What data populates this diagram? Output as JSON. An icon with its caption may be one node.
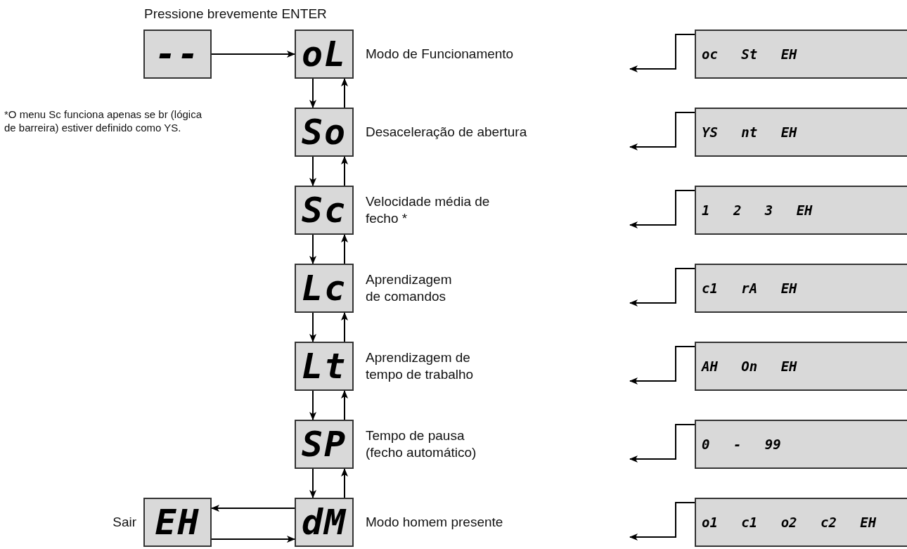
{
  "diagram": {
    "nodes": [
      {
        "text": [
          "--"
        ]
      },
      {
        "text": [
          "oL"
        ],
        "beside": [
          "Modo de Funcionamento"
        ]
      },
      {
        "text": [
          "So"
        ],
        "beside": [
          "Desaceleração de abertura"
        ]
      },
      {
        "text": [
          "Sc"
        ],
        "beside": [
          "Velocidade média de fecho *"
        ]
      },
      {
        "text": [
          "Lc"
        ],
        "beside": [
          "Aprendizagem de comandos"
        ]
      },
      {
        "text": [
          "Lt"
        ],
        "beside": [
          "Aprendizagem de tempo de trabalho"
        ]
      },
      {
        "text": [
          "SP"
        ],
        "beside": [
          "Tempo de pausa (fecho automático)"
        ]
      },
      {
        "text": [
          "dM"
        ],
        "beside": [
          "Modo homem presente"
        ]
      },
      {
        "text": [
          "EH"
        ],
        "beside": [
          "Sair"
        ]
      },
      {
        "text": [
          "oc St EH"
        ]
      },
      {
        "text": [
          "YS nt EH"
        ]
      },
      {
        "text": [
          "1 2 3 EH"
        ]
      },
      {
        "text": [
          "c1 rA EH"
        ]
      },
      {
        "text": [
          "AH On EH"
        ]
      },
      {
        "text": [
          "0 - 99"
        ]
      },
      {
        "text": [
          "o1 c1 o2 c2 EH"
        ]
      }
    ],
    "edges": [
      {
        "from": 0,
        "to": 1,
        "arrow": "to"
      },
      {
        "from": 1,
        "to": 2,
        "arrow": "to"
      },
      {
        "from": 2,
        "to": 1,
        "arrow": "to"
      },
      {
        "from": 2,
        "to": 3,
        "arrow": "to"
      },
      {
        "from": 3,
        "to": 2,
        "arrow": "to"
      },
      {
        "from": 3,
        "to": 4,
        "arrow": "to"
      },
      {
        "from": 4,
        "to": 3,
        "arrow": "to"
      },
      {
        "from": 4,
        "to": 5,
        "arrow": "to"
      },
      {
        "from": 5,
        "to": 4,
        "arrow": "to"
      },
      {
        "from": 5,
        "to": 6,
        "arrow": "to"
      },
      {
        "from": 6,
        "to": 5,
        "arrow": "to"
      },
      {
        "from": 6,
        "to": 7,
        "arrow": "to"
      },
      {
        "from": 7,
        "to": 6,
        "arrow": "to"
      },
      {
        "from": 7,
        "to": 8,
        "arrow": "to"
      },
      {
        "from": 8,
        "to": 7,
        "arrow": "to"
      },
      {
        "from": 9,
        "to": null,
        "arrow": "to"
      },
      {
        "from": 10,
        "to": null,
        "arrow": "to"
      },
      {
        "from": 11,
        "to": null,
        "arrow": "to"
      },
      {
        "from": 12,
        "to": null,
        "arrow": "to"
      },
      {
        "from": 13,
        "to": null,
        "arrow": "to"
      },
      {
        "from": 14,
        "to": null,
        "arrow": "to"
      },
      {
        "from": 15,
        "to": null,
        "arrow": "to"
      }
    ],
    "labels": [
      "Pressione brevemente ENTER",
      "*O menu Sc funciona apenas se br (lógica de barreira) estiver definido como YS."
    ]
  }
}
